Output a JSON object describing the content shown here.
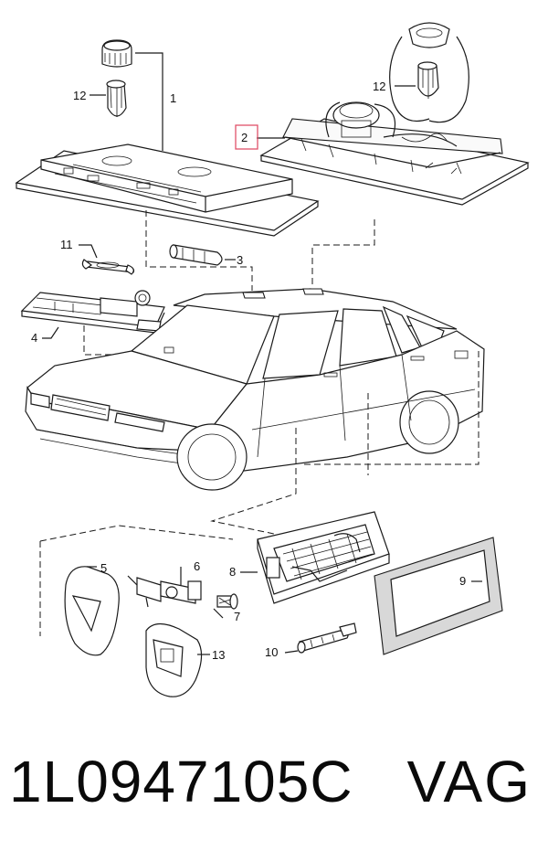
{
  "diagram": {
    "callouts": [
      {
        "id": "1",
        "label": "1"
      },
      {
        "id": "2",
        "label": "2",
        "highlighted": true
      },
      {
        "id": "3",
        "label": "3"
      },
      {
        "id": "4",
        "label": "4"
      },
      {
        "id": "5",
        "label": "5"
      },
      {
        "id": "6",
        "label": "6"
      },
      {
        "id": "7",
        "label": "7"
      },
      {
        "id": "8",
        "label": "8"
      },
      {
        "id": "9",
        "label": "9"
      },
      {
        "id": "10",
        "label": "10"
      },
      {
        "id": "11",
        "label": "11"
      },
      {
        "id": "12a",
        "label": "12"
      },
      {
        "id": "12b",
        "label": "12"
      },
      {
        "id": "13",
        "label": "13"
      }
    ],
    "highlight_color": "#e0526a"
  },
  "footer": {
    "part_number": "1L0947105C",
    "brand": "VAG"
  }
}
